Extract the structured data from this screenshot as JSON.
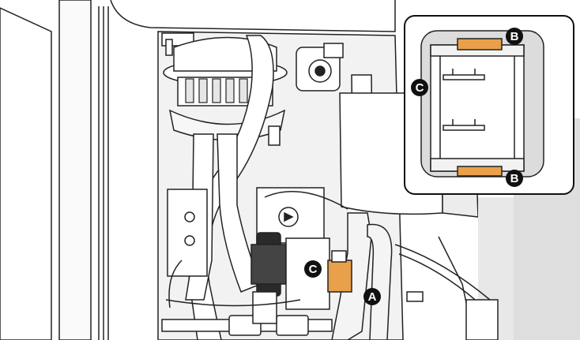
{
  "callouts": {
    "a": "A",
    "b_top": "B",
    "b_bottom": "B",
    "c_inset": "C",
    "c_main": "C"
  },
  "colors": {
    "line": "#222222",
    "panel": "#ffffff",
    "shade": "#d9d9d9",
    "dark_part": "#2a2a2a",
    "orange": "#e8a04a",
    "callout_fill": "#111111"
  }
}
